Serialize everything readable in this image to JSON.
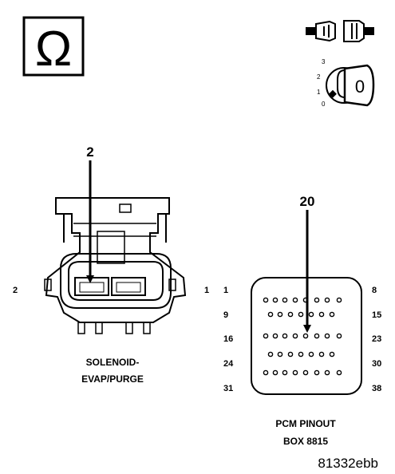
{
  "ohm_symbol": {
    "glyph": "Ω",
    "icon": "ohm-meter-icon"
  },
  "disconnect_icon": {
    "icon": "connector-disconnect-icon"
  },
  "ignition_key": {
    "positions": [
      "3",
      "2",
      "1",
      "0"
    ],
    "key_label": "0",
    "icon": "ignition-key-icon"
  },
  "connector": {
    "probe_label": "2",
    "side_left": "2",
    "side_right": "1",
    "caption_line1": "SOLENOID-",
    "caption_line2": "EVAP/PURGE"
  },
  "pcm": {
    "probe_label": "20",
    "left_labels": [
      "1",
      "9",
      "16",
      "24",
      "31"
    ],
    "right_labels": [
      "8",
      "15",
      "23",
      "30",
      "38"
    ],
    "caption_line1": "PCM PINOUT",
    "caption_line2": "BOX 8815"
  },
  "figure_id": "81332ebb"
}
